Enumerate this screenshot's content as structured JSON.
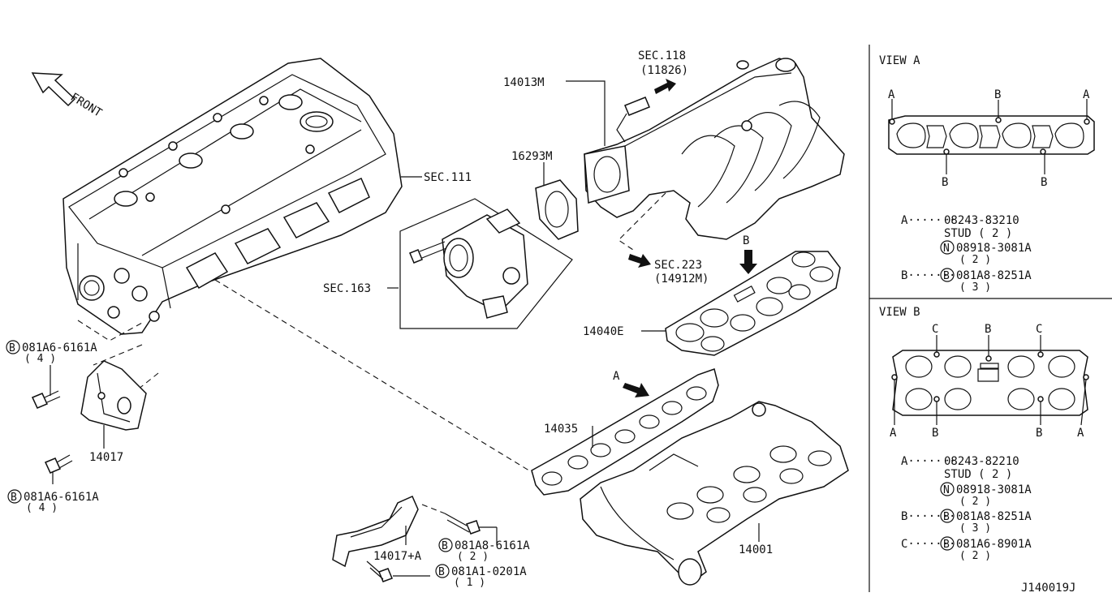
{
  "front_label": "FRONT",
  "sec111": "SEC.111",
  "sec118": "SEC.118",
  "sec118_sub": "(11826)",
  "sec163": "SEC.163",
  "sec223": "SEC.223",
  "sec223_sub": "(14912M)",
  "part_14013M": "14013M",
  "part_16293M": "16293M",
  "part_14040E": "14040E",
  "part_14035": "14035",
  "part_14001": "14001",
  "part_14017": "14017",
  "part_14017A": "14017+A",
  "marker_A": "A",
  "marker_B": "B",
  "bolt_1": {
    "code": "081A6-6161A",
    "qty": "( 4 )"
  },
  "bolt_2": {
    "code": "081A6-6161A",
    "qty": "( 4 )"
  },
  "bolt_3": {
    "code": "081A8-6161A",
    "qty": "( 2 )"
  },
  "bolt_4": {
    "code": "081A1-0201A",
    "qty": "( 1 )"
  },
  "view_a": {
    "title": "VIEW A",
    "a_leader": "A·······",
    "a_part": "08243-83210",
    "a_desc": "STUD ( 2 )",
    "nut_part": "08918-3081A",
    "nut_qty": "( 2 )",
    "b_leader": "B·······",
    "b_part": "081A8-8251A",
    "b_qty": "( 3 )"
  },
  "view_b": {
    "title": "VIEW B",
    "a_leader": "A·······",
    "a_part": "08243-82210",
    "a_desc": "STUD ( 2 )",
    "nut_part": "08918-3081A",
    "nut_qty": "( 2 )",
    "b_leader": "B·······",
    "b_part": "081A8-8251A",
    "b_qty": "( 3 )",
    "c_leader": "C·······",
    "c_part": "081A6-8901A",
    "c_qty": "( 2 )"
  },
  "view_letters": {
    "a": "A",
    "b": "B",
    "c": "C"
  },
  "circle_b": "B",
  "circle_n": "N",
  "diagram_code": "J140019J"
}
